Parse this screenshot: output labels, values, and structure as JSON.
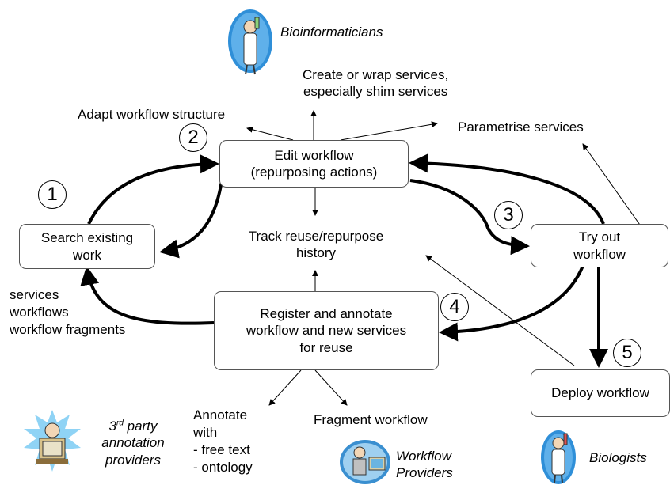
{
  "roles": {
    "bioinformaticians": "Bioinformaticians",
    "annotation_providers": {
      "prefix": "3",
      "sup": "rd",
      "line1": " party",
      "line2": "annotation",
      "line3": "providers"
    },
    "workflow_providers": {
      "line1": "Workflow",
      "line2": "Providers"
    },
    "biologists": "Biologists"
  },
  "steps": [
    "1",
    "2",
    "3",
    "4",
    "5"
  ],
  "boxes": {
    "edit": {
      "line1": "Edit workflow",
      "line2": "(repurposing actions)"
    },
    "search": {
      "line1": "Search existing",
      "line2": "work"
    },
    "try": {
      "line1": "Try out",
      "line2": "workflow"
    },
    "register": {
      "line1": "Register and annotate",
      "line2": "workflow and new services",
      "line3": "for reuse"
    },
    "deploy": "Deploy workflow"
  },
  "labels": {
    "create_wrap": {
      "line1": "Create or wrap services,",
      "line2": "especially shim services"
    },
    "adapt": "Adapt workflow structure",
    "parametrise": "Parametrise services",
    "track": {
      "line1": "Track reuse/repurpose",
      "line2": "history"
    },
    "reuse_items": [
      "services",
      "workflows",
      "workflow fragments"
    ],
    "annotate": {
      "line1": "Annotate",
      "line2": "with",
      "line3": "- free text",
      "line4": "- ontology"
    },
    "fragment": "Fragment workflow"
  },
  "icons": [
    "scientist-icon",
    "annotator-computer-icon",
    "workflow-provider-icon",
    "biologist-icon"
  ]
}
